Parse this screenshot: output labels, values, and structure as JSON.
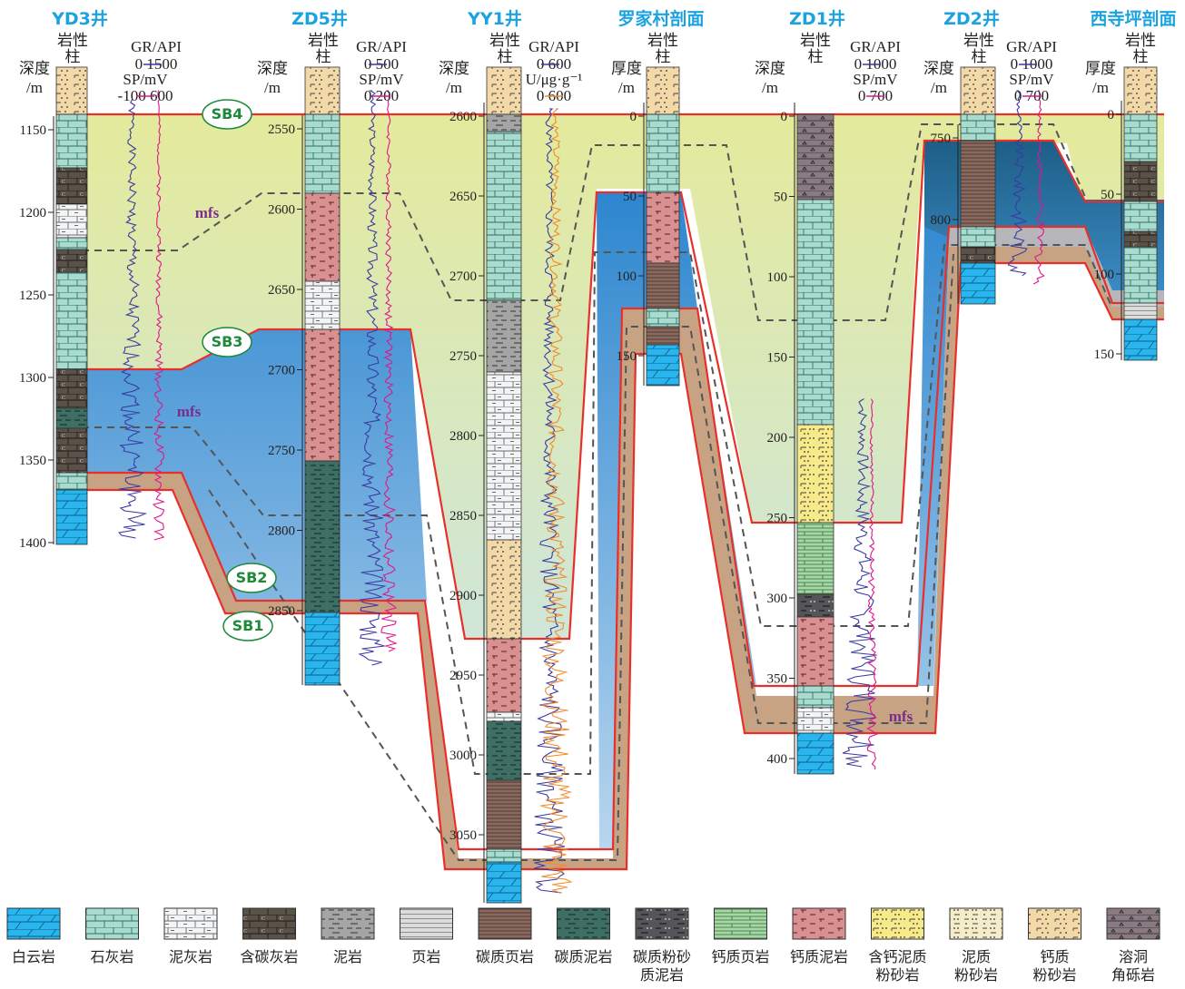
{
  "wells": [
    {
      "title": "YD3井",
      "depth_label": "深度\n/m",
      "lith_label": "岩性\n柱",
      "curve1": "GR/API",
      "curve1_range": "0   1500",
      "curve2": "SP/mV",
      "curve2_range": "-100   600",
      "ticks": [
        "1150",
        "1200",
        "1250",
        "1300",
        "1350",
        "1400"
      ]
    },
    {
      "title": "ZD5井",
      "depth_label": "深度\n/m",
      "lith_label": "岩性\n柱",
      "curve1": "GR/API",
      "curve1_range": "0   500",
      "curve2": "SP/mV",
      "curve2_range": "0   200",
      "ticks": [
        "2550",
        "2600",
        "2650",
        "2700",
        "2750",
        "2800",
        "2850"
      ]
    },
    {
      "title": "YY1井",
      "depth_label": "深度\n/m",
      "lith_label": "岩性\n柱",
      "curve1": "GR/API",
      "curve1_range": "0   600",
      "curve2": "U/μg·g⁻¹",
      "curve2_range": "0   600",
      "ticks": [
        "2600",
        "2650",
        "2700",
        "2750",
        "2800",
        "2850",
        "2900",
        "2950",
        "3000",
        "3050"
      ]
    },
    {
      "title": "罗家村剖面",
      "depth_label": "厚度\n/m",
      "lith_label": "岩性\n柱",
      "ticks": [
        "0",
        "50",
        "100",
        "150"
      ]
    },
    {
      "title": "ZD1井",
      "depth_label": "深度\n/m",
      "lith_label": "岩性\n柱",
      "curve1": "GR/API",
      "curve1_range": "0   1000",
      "curve2": "SP/mV",
      "curve2_range": "0   700",
      "ticks": [
        "0",
        "50",
        "100",
        "150",
        "200",
        "250",
        "300",
        "350",
        "400"
      ]
    },
    {
      "title": "ZD2井",
      "depth_label": "深度\n/m",
      "lith_label": "岩性\n柱",
      "curve1": "GR/API",
      "curve1_range": "0   1000",
      "curve2": "SP/mV",
      "curve2_range": "0   700",
      "ticks": [
        "750",
        "800"
      ]
    },
    {
      "title": "西寺坪剖面",
      "depth_label": "厚度\n/m",
      "lith_label": "岩性\n柱",
      "ticks": [
        "0",
        "50",
        "100",
        "150"
      ]
    }
  ],
  "boundaries": [
    "SB4",
    "SB3",
    "SB2",
    "SB1"
  ],
  "mfs_label": "mfs",
  "legend": [
    {
      "name": "白云岩",
      "pattern": "dolomite"
    },
    {
      "name": "石灰岩",
      "pattern": "limestone"
    },
    {
      "name": "泥灰岩",
      "pattern": "marl"
    },
    {
      "name": "含碳灰岩",
      "pattern": "carblime"
    },
    {
      "name": "泥岩",
      "pattern": "mudstone"
    },
    {
      "name": "页岩",
      "pattern": "shale"
    },
    {
      "name": "碳质页岩",
      "pattern": "carbshale"
    },
    {
      "name": "碳质泥岩",
      "pattern": "carbmud"
    },
    {
      "name": "碳质粉砂\n质泥岩",
      "pattern": "carbsilt"
    },
    {
      "name": "钙质页岩",
      "pattern": "calcshale"
    },
    {
      "name": "钙质泥岩",
      "pattern": "calcmud"
    },
    {
      "name": "含钙泥质\n粉砂岩",
      "pattern": "calcsilty"
    },
    {
      "name": "泥质\n粉砂岩",
      "pattern": "mudsilt"
    },
    {
      "name": "钙质\n粉砂岩",
      "pattern": "calcsilt"
    },
    {
      "name": "溶洞\n角砾岩",
      "pattern": "breccia"
    }
  ],
  "colors": {
    "hst": "#e6ebb8",
    "tst": "#5aa0d8",
    "lst": "#c9a98a",
    "boundary": "#e8302a",
    "title": "#1aa3e0",
    "sb_text": "#1d8a3a",
    "mfs_text": "#7a2e8a",
    "gr": "#3a3aa0",
    "sp": "#e0168a",
    "u": "#f08a2a"
  }
}
